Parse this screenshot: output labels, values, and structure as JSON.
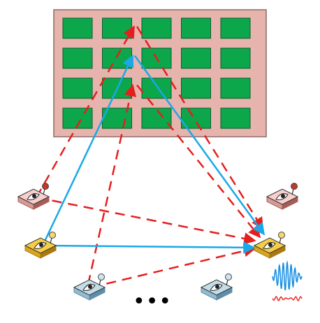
{
  "diagram": {
    "ellipsis": "•••",
    "colors": {
      "surface_fill": "#e7b4ad",
      "surface_stroke": "#8a6b66",
      "element_fill": "#0ca74a",
      "element_stroke": "#0a5d2e",
      "direct_link": "#1aa8e8",
      "reflected_link": "#e61e1e",
      "device_pink": "#f5c6c6",
      "device_yellow": "#f5c842",
      "device_blue": "#b8d8e8",
      "waveform_blue": "#1a8fe0",
      "waveform_red": "#e61e1e"
    },
    "surface": {
      "rows": 4,
      "columns": 5
    },
    "devices": [
      {
        "name": "pink-transmitter-left",
        "color": "pink",
        "antenna": "#c0392b"
      },
      {
        "name": "pink-device-right",
        "color": "pink",
        "antenna": "#c0392b"
      },
      {
        "name": "yellow-transmitter-left",
        "color": "yellow",
        "antenna": "#f5d76e"
      },
      {
        "name": "yellow-receiver-right",
        "color": "yellow",
        "antenna": "#f5d76e"
      },
      {
        "name": "blue-transmitter-left",
        "color": "blue",
        "antenna": "#cfe3f0"
      },
      {
        "name": "blue-device-right",
        "color": "blue",
        "antenna": "#cfe3f0"
      }
    ]
  }
}
